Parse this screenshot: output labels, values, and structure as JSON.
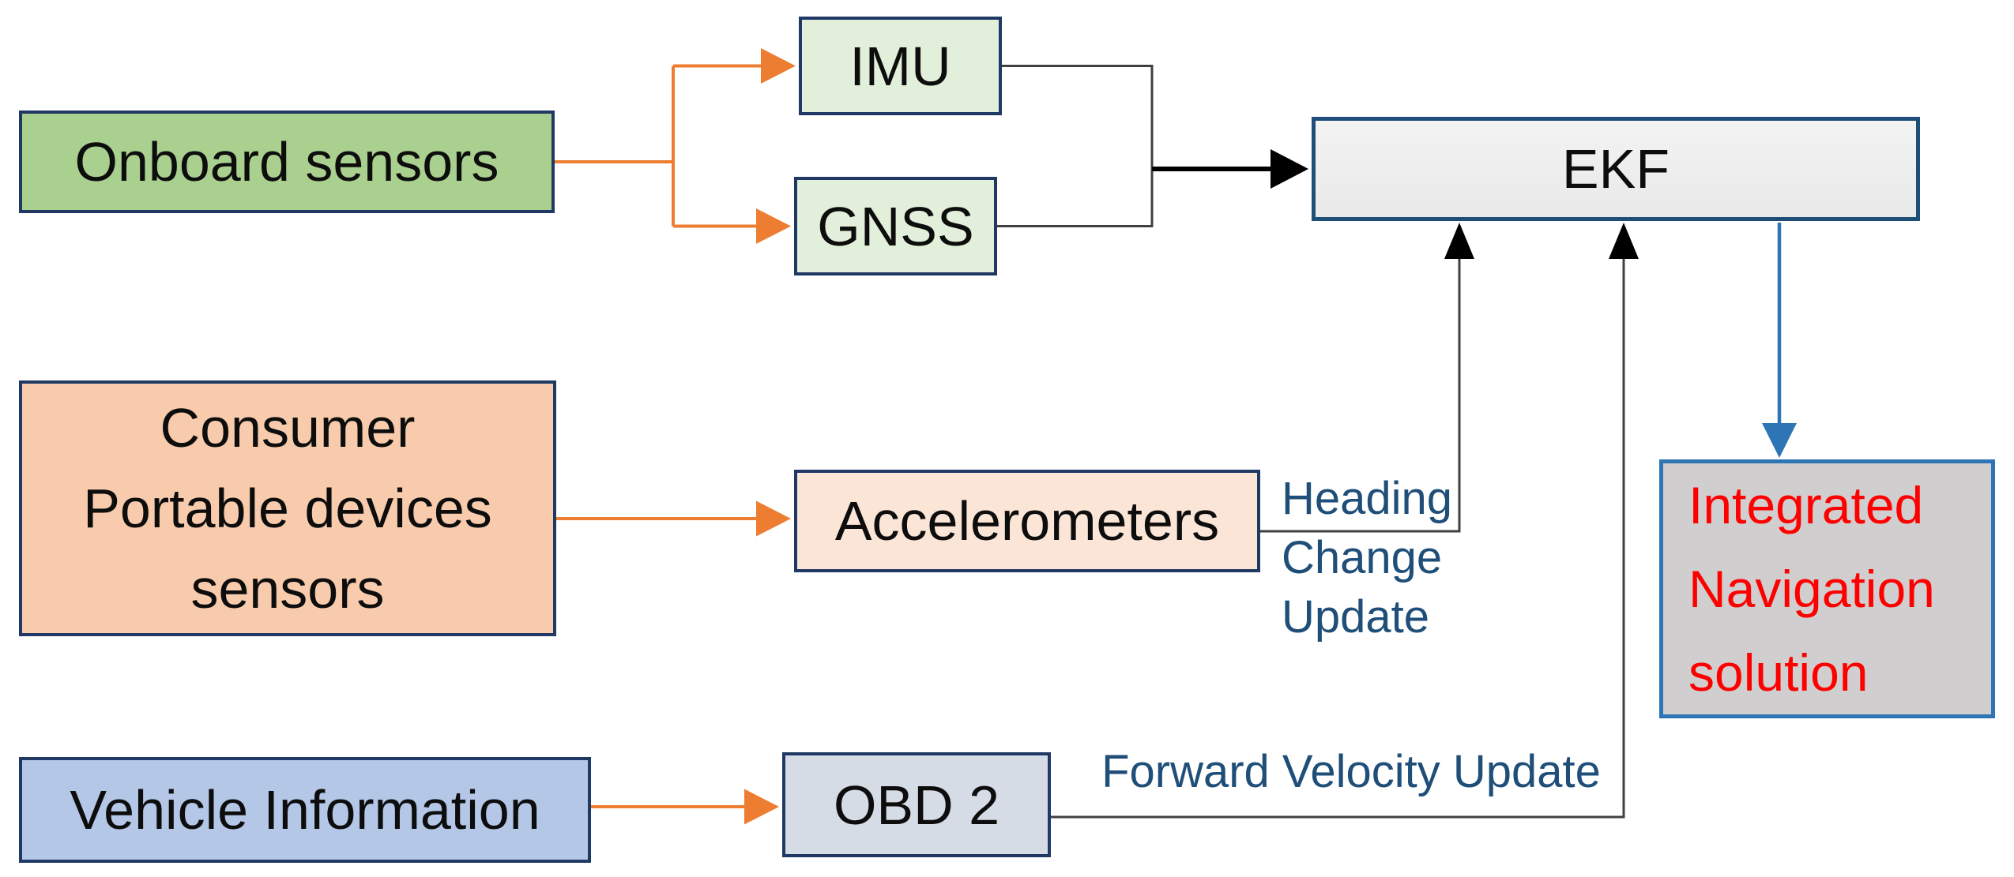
{
  "diagram": {
    "boxes": {
      "onboard_sensors": {
        "label": "Onboard sensors",
        "fill": "#a9d08e",
        "border": "#1f3864"
      },
      "imu": {
        "label": "IMU",
        "fill": "#e2efda",
        "border": "#1f3864"
      },
      "gnss": {
        "label": "GNSS",
        "fill": "#e2efda",
        "border": "#1f3864"
      },
      "ekf": {
        "label": "EKF",
        "fill": "#ededed",
        "border": "#1f4e79"
      },
      "consumer_portable": {
        "lines": [
          "Consumer",
          "Portable devices",
          "sensors"
        ],
        "fill": "#f8cbad",
        "border": "#1f3864"
      },
      "accelerometers": {
        "label": "Accelerometers",
        "fill": "#fbe5d6",
        "border": "#1f3864"
      },
      "integrated_solution": {
        "lines": [
          "Integrated",
          "Navigation",
          "solution"
        ],
        "fill": "#d0cece",
        "border": "#2e75b6",
        "text_color": "#ff0000"
      },
      "vehicle_information": {
        "label": "Vehicle Information",
        "fill": "#b4c7e7",
        "border": "#1f3864"
      },
      "obd2": {
        "label": "OBD 2",
        "fill": "#d6dce5",
        "border": "#1f3864"
      }
    },
    "edge_labels": {
      "heading_change_update": {
        "lines": [
          "Heading",
          "Change",
          "Update"
        ],
        "color": "#1f4e79"
      },
      "forward_velocity_update": {
        "label": "Forward Velocity Update",
        "color": "#1f4e79"
      }
    },
    "edges": [
      {
        "from": "onboard_sensors",
        "to": "imu",
        "color": "#ed7d31"
      },
      {
        "from": "onboard_sensors",
        "to": "gnss",
        "color": "#ed7d31"
      },
      {
        "from": "imu",
        "to": "ekf",
        "color": "#000000"
      },
      {
        "from": "gnss",
        "to": "ekf",
        "color": "#000000"
      },
      {
        "from": "consumer_portable",
        "to": "accelerometers",
        "color": "#ed7d31"
      },
      {
        "from": "accelerometers",
        "to": "ekf",
        "label": "Heading Change Update",
        "color": "#404040"
      },
      {
        "from": "vehicle_information",
        "to": "obd2",
        "color": "#ed7d31"
      },
      {
        "from": "obd2",
        "to": "ekf",
        "label": "Forward Velocity Update",
        "color": "#404040"
      },
      {
        "from": "ekf",
        "to": "integrated_solution",
        "color": "#2e75b6"
      }
    ],
    "colors": {
      "orange_arrow": "#ed7d31",
      "blue_arrow": "#2e75b6",
      "dark_connector": "#404040",
      "black_arrow": "#000000",
      "navy_border": "#1f3864",
      "label_navy": "#1f4e79",
      "red_text": "#ff0000"
    }
  }
}
